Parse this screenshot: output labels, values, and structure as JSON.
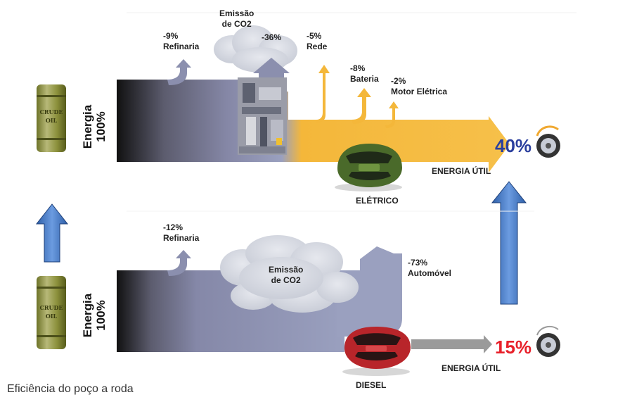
{
  "caption": "Eficiência do poço a roda",
  "top": {
    "energy_label": "Energia",
    "energy_value": "100%",
    "losses": {
      "refinery": {
        "value": "-9%",
        "label": "Refinaria"
      },
      "co2": {
        "title_line1": "Emissão",
        "title_line2": "de CO2",
        "value": "-36%"
      },
      "grid": {
        "value": "-5%",
        "label": "Rede"
      },
      "battery": {
        "value": "-8%",
        "label": "Bateria"
      },
      "motor": {
        "value": "-2%",
        "label": "Motor Elétrica"
      }
    },
    "useful_energy": "ENERGIA ÚTIL",
    "vehicle": "ELÉTRICO",
    "efficiency": "40%"
  },
  "bottom": {
    "energy_label": "Energia",
    "energy_value": "100%",
    "losses": {
      "refinery": {
        "value": "-12%",
        "label": "Refinaria"
      },
      "co2": {
        "title_line1": "Emissão",
        "title_line2": "de CO2"
      },
      "automobile": {
        "value": "-73%",
        "label": "Automóvel"
      }
    },
    "useful_energy": "ENERGIA ÚTIL",
    "vehicle": "DIESEL",
    "efficiency": "15%"
  },
  "barrel_text": "CRUDE OIL",
  "colors": {
    "electric_efficiency": "#2b3f9e",
    "diesel_efficiency": "#e8202a",
    "electric_flow": "#f4b73a",
    "fuel_flow": "#7a7d9a",
    "arrow_blue": "#3a6fb7"
  }
}
